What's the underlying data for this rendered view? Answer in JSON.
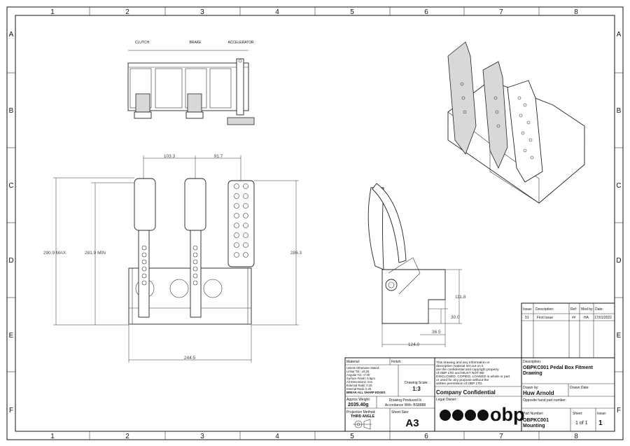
{
  "border": {
    "columns": [
      "1",
      "2",
      "3",
      "4",
      "5",
      "6",
      "7",
      "8"
    ],
    "rows": [
      "A",
      "B",
      "C",
      "D",
      "E",
      "F"
    ]
  },
  "top_view": {
    "labels": [
      "CLUTCH",
      "BRAKE",
      "ACCELERATOR"
    ]
  },
  "front_view": {
    "dimensions": [
      "103.3",
      "91.7",
      "290.9 MAX",
      "281.9 MIN",
      "286.3",
      "244.5"
    ]
  },
  "side_view": {
    "dimensions": [
      "111.8",
      "30.0",
      "36.5",
      "124.0"
    ]
  },
  "revision_table": {
    "headers": [
      "Issue:",
      "Description:",
      "Ref:",
      "Mod by:",
      "Date:"
    ],
    "rows": [
      [
        "01",
        "First Issue",
        "##",
        "HA",
        "17/01/2022"
      ]
    ]
  },
  "title_block": {
    "material_label": "Material:",
    "finish_label": "Finish:",
    "tolerances": [
      "Unless Otherwise Stated:",
      "Linear Tol.: ±0.25",
      "Angular Tol.: 0°30'",
      "Surface Finish: 0.8µm",
      "All Dimensions: mm",
      "External Radii: 0.25",
      "Internal Radii: 0.25",
      "BREAK ALL SHARP EDGES"
    ],
    "scale_label": "Drawing Scale:",
    "scale": "1:3",
    "weight_label": "Approx Weight:",
    "weight": "2035.40g",
    "produced_label": "Drawing Produced In",
    "produced_value": "Accordance With: BS8888",
    "projection_label": "Projection Method:",
    "projection": "THIRD ANGLE",
    "sheet_size_label": "Sheet Size:",
    "sheet_size": "A3",
    "notice": [
      "This drawing and any information or",
      "descriptive material set out on it",
      "are the confidential and copyright property",
      "of OBP LTD and MUST NOT BE",
      "DISCLOSED, COPIED, LOANED in whole or part",
      "or used for any purpose without the",
      "written permission of OBP LTD."
    ],
    "confidential": "Company Confidential",
    "legal_owner_label": "Legal Owner:",
    "logo_text": "obp",
    "description_label": "Description:",
    "description": [
      "OBPKC001 Pedal Box Fitment",
      "Drawing"
    ],
    "drawn_by_label": "Drawn by:",
    "drawn_by": "Huw Arnold",
    "drawn_date_label": "Drawn Date:",
    "opposite_label": "Opposite hand part number:",
    "part_number_label": "Part Number:",
    "part_number": [
      "OBPKC001",
      "Mounting"
    ],
    "sheet_label": "Sheet:",
    "sheet": "1 of 1",
    "issue_label": "Issue:",
    "issue": "1"
  }
}
